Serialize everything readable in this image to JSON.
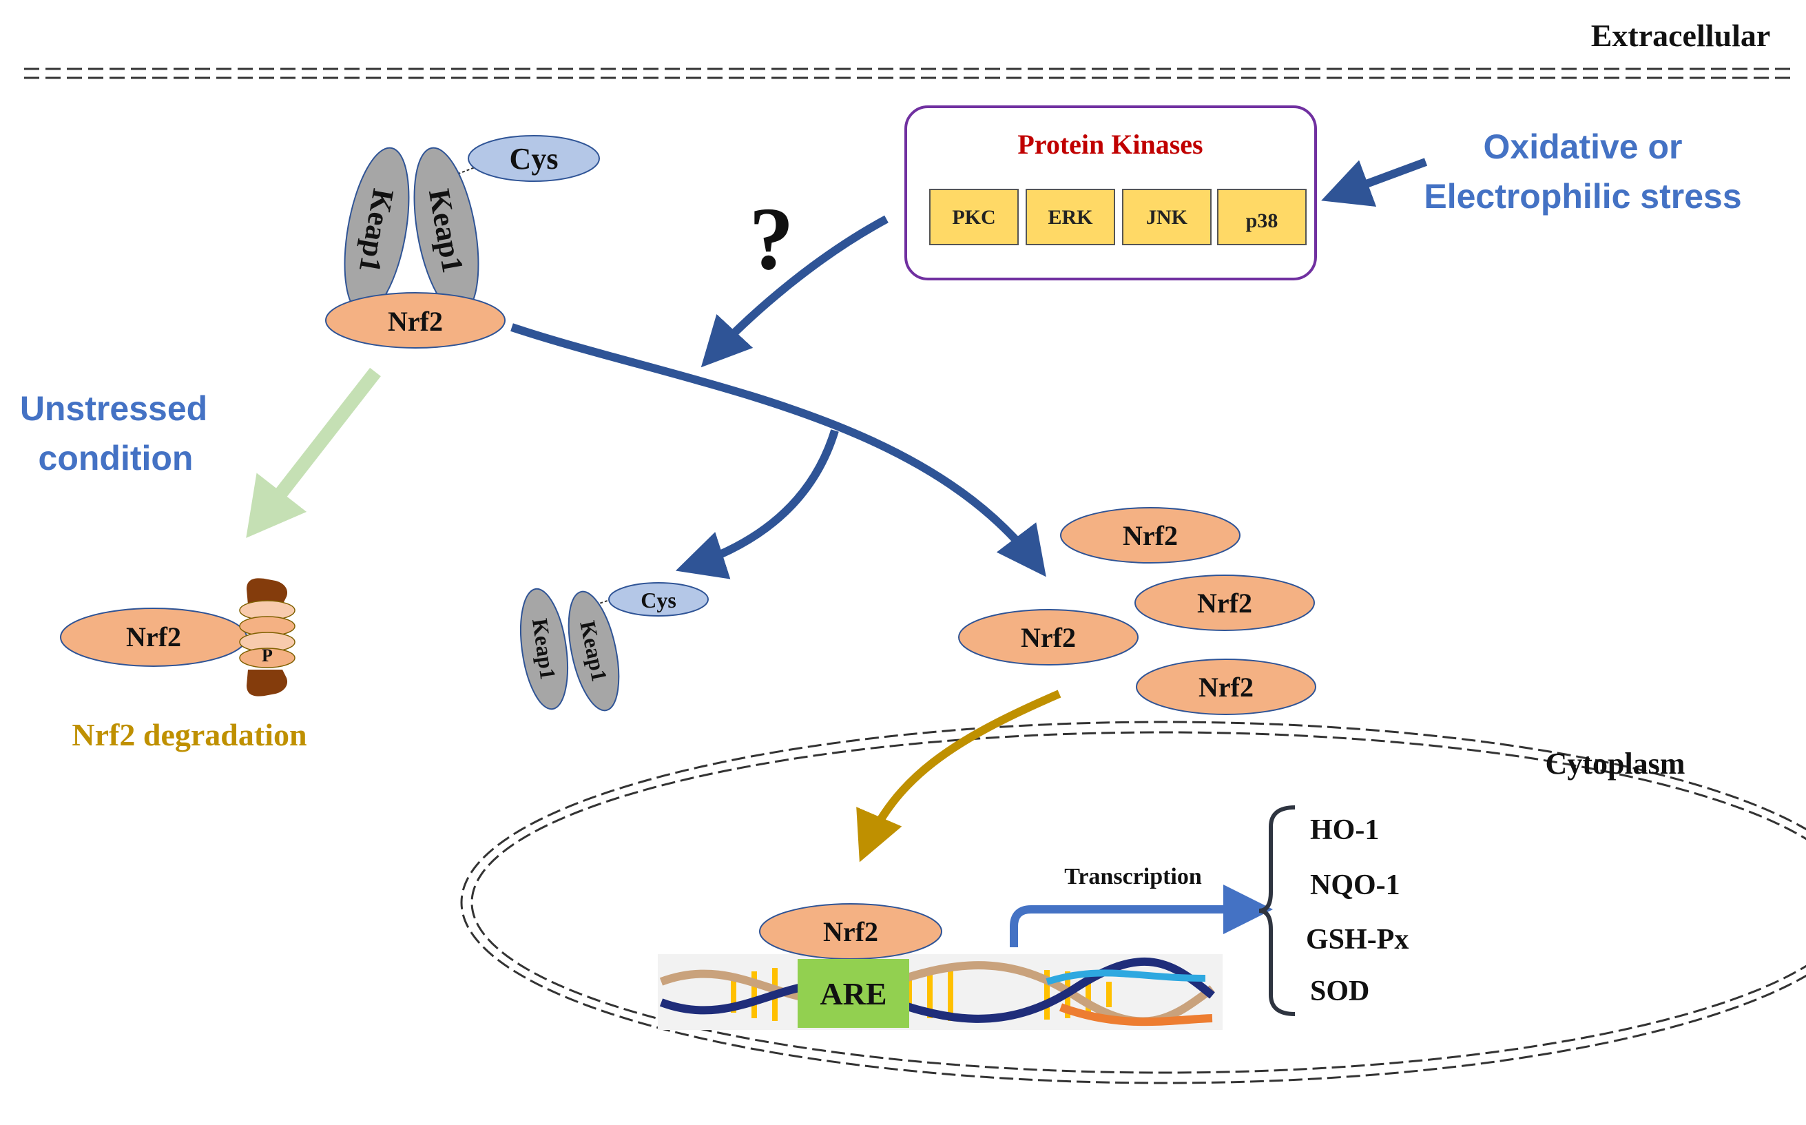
{
  "regions": {
    "extracellular": "Extracellular",
    "cytoplasm": "Cytoplasm"
  },
  "kinases": {
    "title": "Protein Kinases",
    "items": [
      "PKC",
      "ERK",
      "JNK",
      "p38"
    ]
  },
  "stimulus": {
    "line1": "Oxidative or",
    "line2": "Electrophilic stress"
  },
  "unknown_mark": "?",
  "complex": {
    "cys": "Cys",
    "keap1_left": "Keap1",
    "keap1_right": "Keap1",
    "nrf2": "Nrf2"
  },
  "unstressed": {
    "line1": "Unstressed",
    "line2": "condition"
  },
  "degradation": {
    "nrf2": "Nrf2",
    "p_label": "P",
    "caption": "Nrf2 degradation"
  },
  "released": {
    "cys": "Cys",
    "keap1_left": "Keap1",
    "keap1_right": "Keap1"
  },
  "free_nrf2": [
    "Nrf2",
    "Nrf2",
    "Nrf2",
    "Nrf2"
  ],
  "nucleus": {
    "nrf2": "Nrf2",
    "are": "ARE",
    "transcription": "Transcription"
  },
  "genes": [
    "HO-1",
    "NQO-1",
    "GSH-Px",
    "SOD"
  ],
  "colors": {
    "arrow_blue": "#2f5496",
    "light_green_arrow": "#c5e0b4",
    "gold_arrow": "#bf9000",
    "nrf2_fill": "#f4b183",
    "cys_fill": "#b4c7e7",
    "keap1_fill": "#a6a6a6",
    "kinase_box_fill": "#ffd966",
    "kinase_border": "#7030a0",
    "kinase_title": "#c00000",
    "blue_text": "#4472c4",
    "degradation_text": "#bf9000",
    "are_fill": "#92d050"
  }
}
